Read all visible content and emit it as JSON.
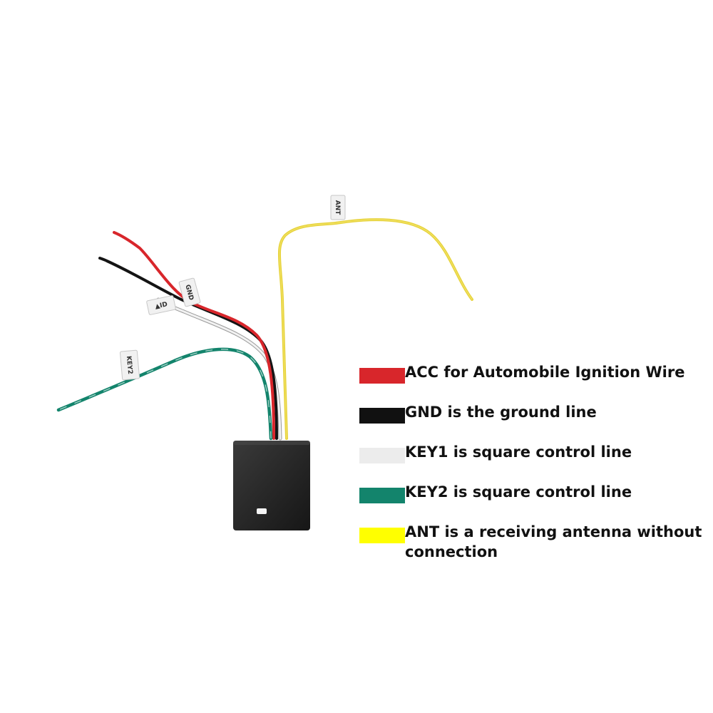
{
  "wire_tags": {
    "ant": "ANT",
    "gnd": "GND",
    "key1": "▲ID",
    "key2": "KEY2"
  },
  "colors": {
    "acc": "#d8262b",
    "gnd": "#111111",
    "key1": "#ececec",
    "key2": "#13846c",
    "ant": "#ffff00",
    "module": "#2a2a2a"
  },
  "legend": [
    {
      "color": "#d8262b",
      "label": "ACC for Automobile Ignition Wire"
    },
    {
      "color": "#111111",
      "label": "GND is the ground line"
    },
    {
      "color": "#ececec",
      "label": "KEY1 is square control line"
    },
    {
      "color": "#13846c",
      "label": "KEY2 is square control line"
    },
    {
      "color": "#ffff00",
      "label": "ANT is a receiving antenna without connection"
    }
  ]
}
